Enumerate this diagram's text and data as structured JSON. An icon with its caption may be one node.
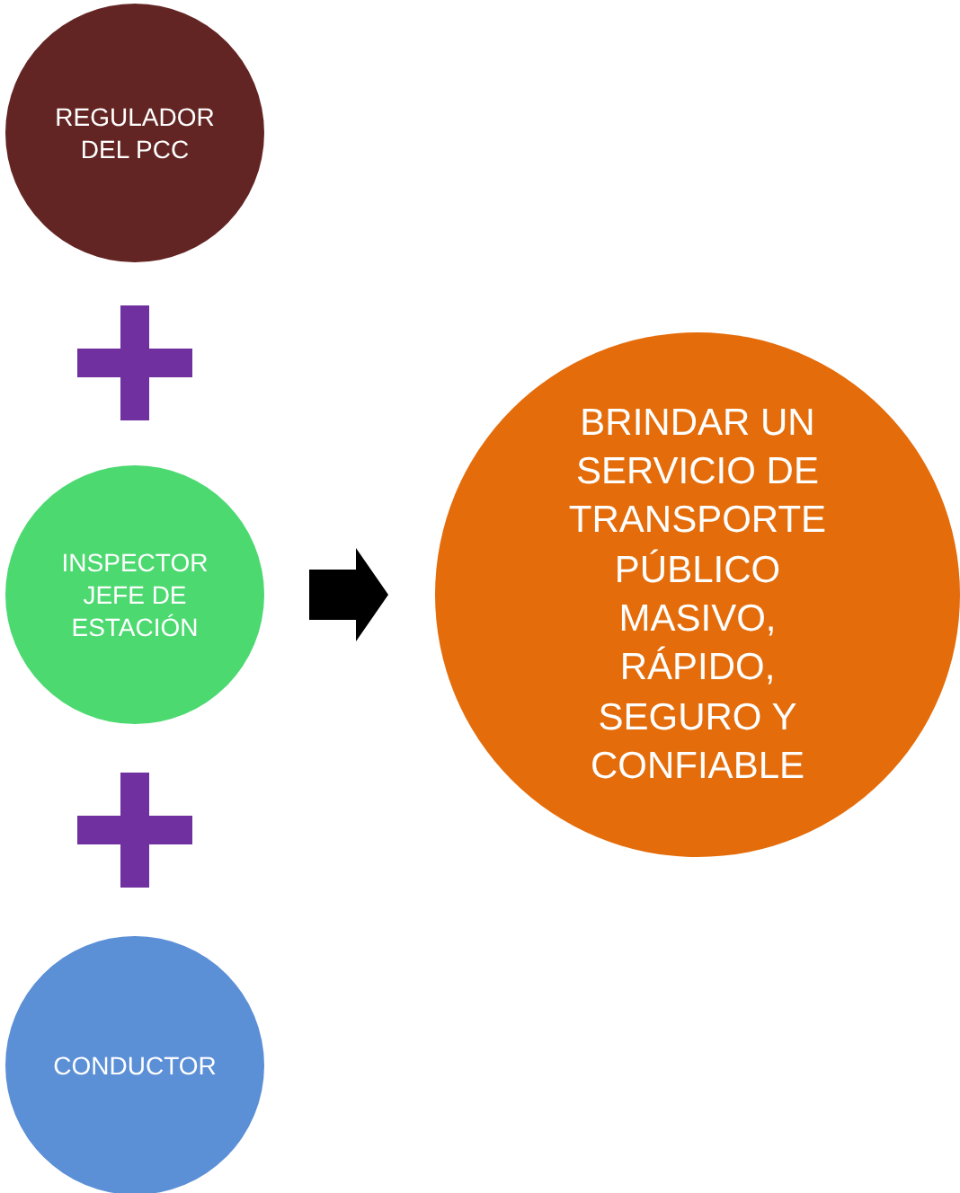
{
  "diagram": {
    "nodes": [
      {
        "text": [
          "REGULADOR DEL PCC"
        ]
      },
      {
        "text": [
          "INSPECTOR JEFE DE ESTACIÓN"
        ]
      },
      {
        "text": [
          "CONDUCTOR"
        ]
      },
      {
        "text": [
          "BRINDAR UN SERVICIO DE TRANSPORTE PÚBLICO MASIVO, RÁPIDO, SEGURO Y CONFIABLE"
        ]
      }
    ],
    "edges": [
      {
        "from": 1,
        "to": 3,
        "arrow": "to"
      }
    ]
  }
}
